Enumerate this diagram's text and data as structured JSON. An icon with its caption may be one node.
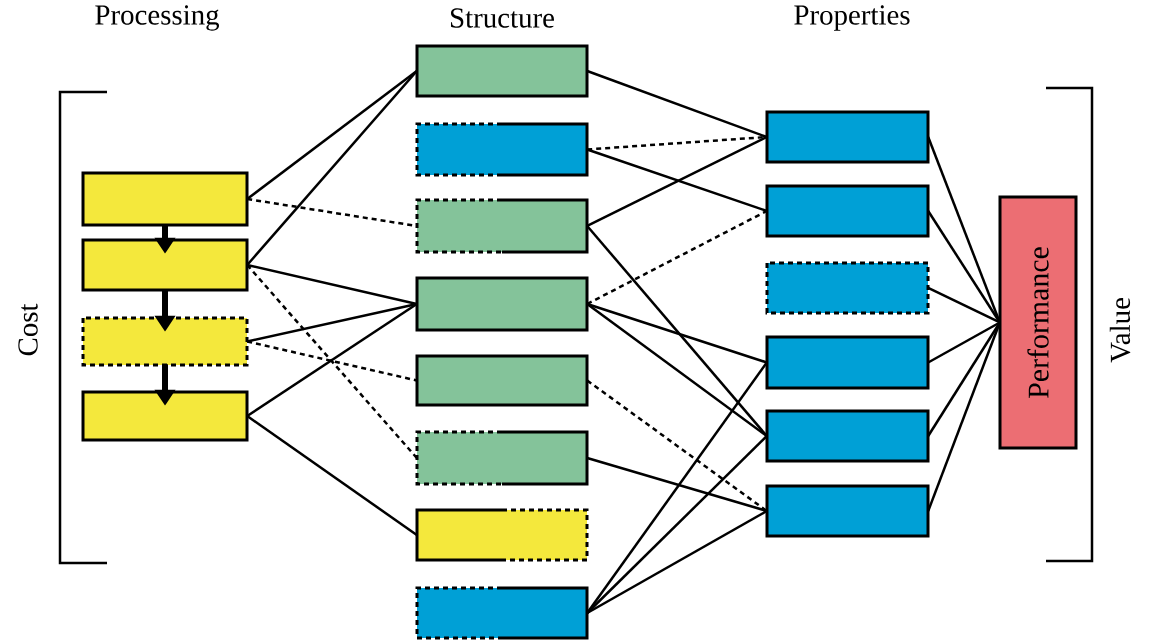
{
  "diagram": {
    "nodes": [
      {
        "text": [],
        "shape": "box"
      },
      {
        "text": [],
        "shape": "box"
      },
      {
        "text": [],
        "shape": "box"
      },
      {
        "text": [],
        "shape": "box"
      },
      {
        "text": [],
        "shape": "box"
      },
      {
        "text": [],
        "shape": "box"
      },
      {
        "text": [],
        "shape": "box"
      },
      {
        "text": [],
        "shape": "box"
      },
      {
        "text": [],
        "shape": "box"
      },
      {
        "text": [],
        "shape": "box"
      },
      {
        "text": [],
        "shape": "box"
      },
      {
        "text": [],
        "shape": "box"
      },
      {
        "text": [],
        "shape": "box"
      },
      {
        "text": [],
        "shape": "box"
      },
      {
        "text": [],
        "shape": "box"
      },
      {
        "text": [],
        "shape": "box"
      },
      {
        "text": [],
        "shape": "box"
      },
      {
        "text": [],
        "shape": "box"
      },
      {
        "text": [
          "Performance"
        ]
      }
    ],
    "edges": [
      {
        "from": 0,
        "to": 4,
        "arrow": "none"
      },
      {
        "from": 0,
        "to": 6,
        "arrow": "none",
        "style": "dashed"
      },
      {
        "from": 1,
        "to": 4,
        "arrow": "none"
      },
      {
        "from": 1,
        "to": 7,
        "arrow": "none"
      },
      {
        "from": 1,
        "to": 9,
        "arrow": "none",
        "style": "dashed"
      },
      {
        "from": 2,
        "to": 7,
        "arrow": "none"
      },
      {
        "from": 2,
        "to": 8,
        "arrow": "none",
        "style": "dashed"
      },
      {
        "from": 3,
        "to": 7,
        "arrow": "none"
      },
      {
        "from": 3,
        "to": 10,
        "arrow": "none"
      },
      {
        "from": 4,
        "to": 12,
        "arrow": "none"
      },
      {
        "from": 5,
        "to": 12,
        "arrow": "none",
        "style": "dashed"
      },
      {
        "from": 5,
        "to": 13,
        "arrow": "none"
      },
      {
        "from": 6,
        "to": 12,
        "arrow": "none"
      },
      {
        "from": 6,
        "to": 16,
        "arrow": "none"
      },
      {
        "from": 7,
        "to": 13,
        "arrow": "none",
        "style": "dashed"
      },
      {
        "from": 7,
        "to": 15,
        "arrow": "none"
      },
      {
        "from": 7,
        "to": 16,
        "arrow": "none"
      },
      {
        "from": 8,
        "to": 17,
        "arrow": "none",
        "style": "dashed"
      },
      {
        "from": 9,
        "to": 17,
        "arrow": "none"
      },
      {
        "from": 11,
        "to": 15,
        "arrow": "none"
      },
      {
        "from": 11,
        "to": 16,
        "arrow": "none"
      },
      {
        "from": 11,
        "to": 17,
        "arrow": "none"
      },
      {
        "from": 12,
        "to": 18,
        "arrow": "none"
      },
      {
        "from": 13,
        "to": 18,
        "arrow": "none"
      },
      {
        "from": 14,
        "to": 18,
        "arrow": "none"
      },
      {
        "from": 15,
        "to": 18,
        "arrow": "none"
      },
      {
        "from": 16,
        "to": 18,
        "arrow": "none"
      },
      {
        "from": 17,
        "to": 18,
        "arrow": "none"
      },
      {
        "from": 0,
        "to": 1,
        "arrow": "to",
        "style": "thick"
      },
      {
        "from": 1,
        "to": 2,
        "arrow": "to",
        "style": "thick"
      },
      {
        "from": 2,
        "to": 3,
        "arrow": "to",
        "style": "thick"
      }
    ],
    "labels": [
      "Processing",
      "Structure",
      "Properties",
      "Cost",
      "Value"
    ]
  }
}
